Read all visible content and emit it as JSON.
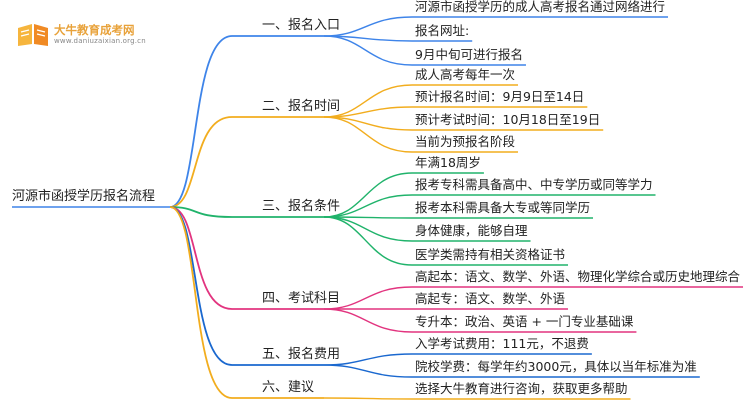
{
  "logo": {
    "name": "大牛教育成考网",
    "url": "www.daniuzaixian.org.cn"
  },
  "root": {
    "label": "河源市函授学历报名流程"
  },
  "branches": [
    {
      "label": "一、报名入口",
      "color": "#3e84e9",
      "leaves": [
        "河源市函授学历的成人高考报名通过网络进行",
        "报名网址:",
        "9月中旬可进行报名"
      ]
    },
    {
      "label": "二、报名时间",
      "color": "#f2ad1e",
      "leaves": [
        "成人高考每年一次",
        "预计报名时间：9月9日至14日",
        "预计考试时间：10月18日至19日",
        "当前为预报名阶段"
      ]
    },
    {
      "label": "三、报名条件",
      "color": "#20b36b",
      "leaves": [
        "年满18周岁",
        "报考专科需具备高中、中专学历或同等学力",
        "报考本科需具备大专或等同学历",
        "身体健康，能够自理",
        "医学类需持有相关资格证书"
      ]
    },
    {
      "label": "四、考试科目",
      "color": "#e2347f",
      "leaves": [
        "高起本：语文、数学、外语、物理化学综合或历史地理综合",
        "高起专：语文、数学、外语",
        "专升本：政治、英语 + 一门专业基础课"
      ]
    },
    {
      "label": "五、报名费用",
      "color": "#1a68cf",
      "leaves": [
        "入学考试费用：111元，不退费",
        "院校学费：每学年约3000元，具体以当年标准为准"
      ]
    },
    {
      "label": "六、建议",
      "color": "#f2ad1e",
      "leaves": [
        "选择大牛教育进行咨询，获取更多帮助"
      ]
    }
  ]
}
